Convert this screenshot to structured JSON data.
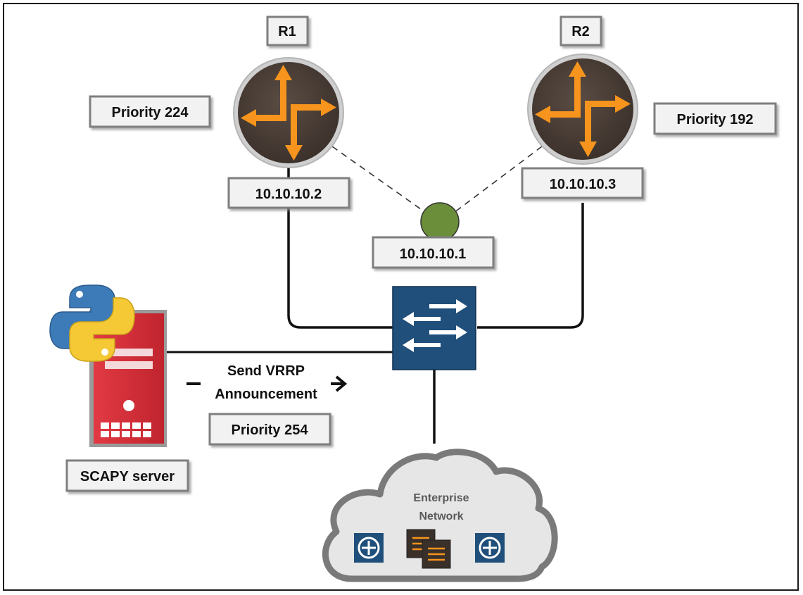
{
  "routers": [
    {
      "name": "R1",
      "priority": "Priority 224",
      "ip": "10.10.10.2"
    },
    {
      "name": "R2",
      "priority": "Priority 192",
      "ip": "10.10.10.3"
    }
  ],
  "virtual_ip": "10.10.10.1",
  "scapy": {
    "label": "SCAPY server",
    "action_line1": "Send VRRP",
    "action_line2": "Announcement",
    "priority": "Priority 254"
  },
  "cloud": {
    "line1": "Enterprise",
    "line2": "Network"
  },
  "colors": {
    "router_body": "#4a3f38",
    "router_ring": "#c9c9c9",
    "arrow_orange": "#f7941d",
    "switch_blue": "#1f4f7a",
    "virtual_ip_green": "#6b8e3a",
    "server_red": "#d8303a",
    "cloud_gray": "#e6e6e6",
    "label_box_bg": "#f2f2f2",
    "label_box_border": "#7f7f7f"
  },
  "icons": [
    "router-icon",
    "switch-icon",
    "server-icon",
    "python-logo-icon",
    "cloud-icon",
    "arrow-right-icon"
  ]
}
